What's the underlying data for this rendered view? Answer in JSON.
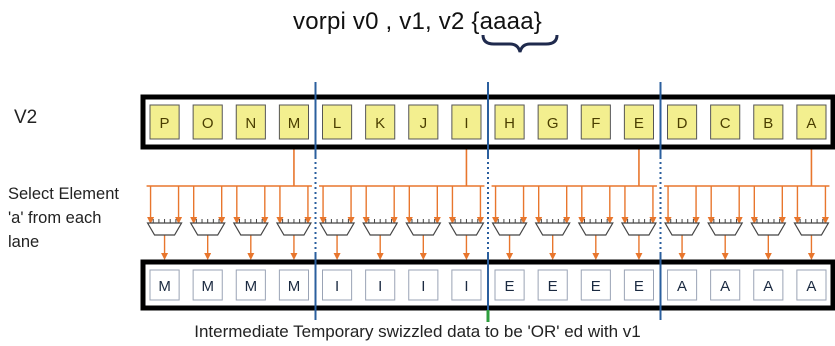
{
  "title": "vorpi v0  , v1, v2 {aaaa}",
  "register_label": "V2",
  "select_label": [
    "Select Element",
    "'a' from each",
    "lane"
  ],
  "top_cells": [
    "P",
    "O",
    "N",
    "M",
    "L",
    "K",
    "J",
    "I",
    "H",
    "G",
    "F",
    "E",
    "D",
    "C",
    "B",
    "A"
  ],
  "bottom_cells": [
    "M",
    "M",
    "M",
    "M",
    "I",
    "I",
    "I",
    "I",
    "E",
    "E",
    "E",
    "E",
    "A",
    "A",
    "A",
    "A"
  ],
  "caption": "Intermediate Temporary swizzled data to be 'OR' ed with v1",
  "colors": {
    "top_fill": "#f3ef8f",
    "top_text": "#4a3e00",
    "bottom_fill": "#ffffff",
    "bottom_text": "#1b2a41",
    "arrow": "#e8762d",
    "lane_divider": "#2b5f9e",
    "brace": "#1f2a4d"
  }
}
